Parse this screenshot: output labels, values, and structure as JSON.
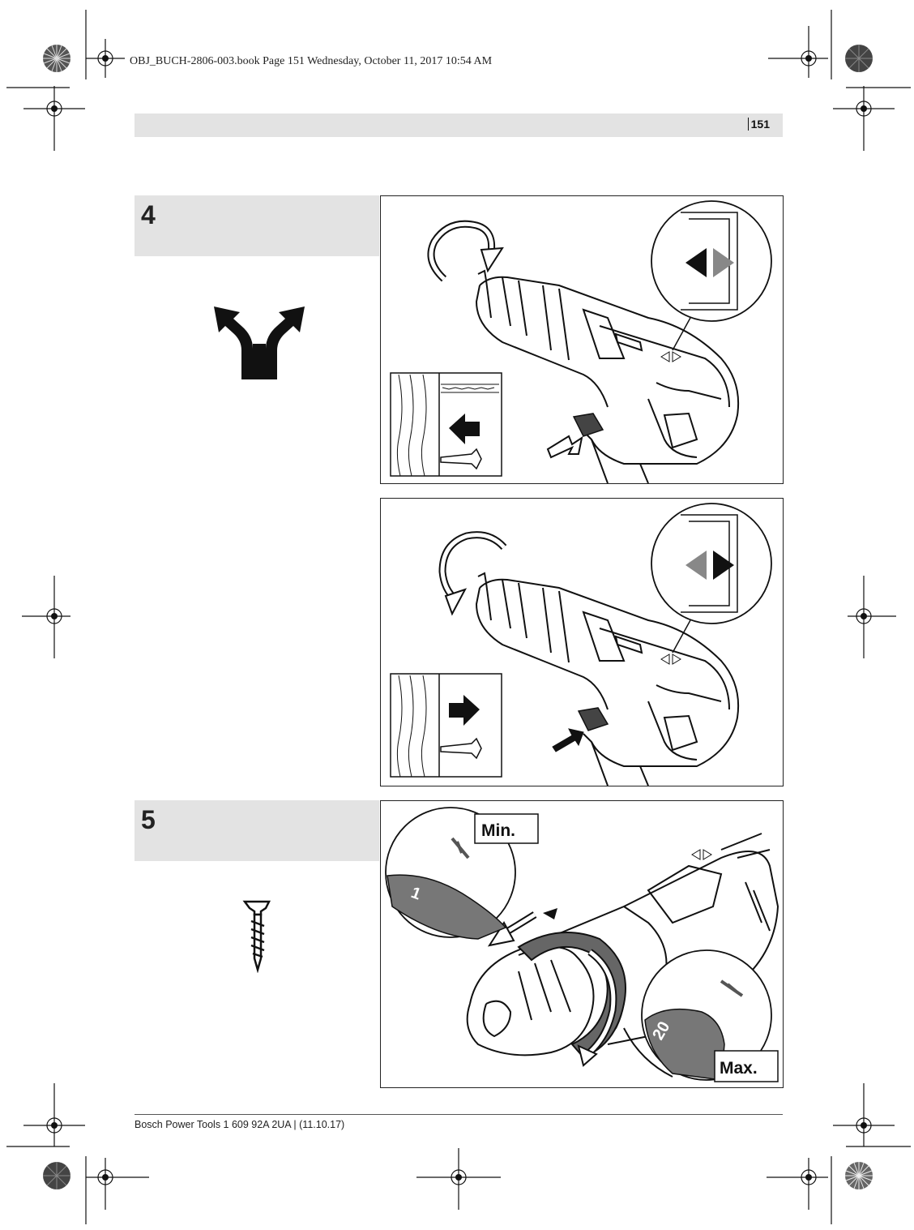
{
  "header": {
    "slug_text": "OBJ_BUCH-2806-003.book  Page 151  Wednesday, October 11, 2017  10:54 AM",
    "page_number": "151"
  },
  "steps": [
    {
      "number": "4",
      "icon": "direction-switch-icon"
    },
    {
      "number": "5",
      "icon": "screw-icon"
    }
  ],
  "figures": {
    "torque_min_label": "Min.",
    "torque_max_label": "Max.",
    "dial_min_value": "1",
    "dial_max_value": "20"
  },
  "footer": {
    "text": "Bosch Power Tools 1 609 92A 2UA | (11.10.17)"
  }
}
